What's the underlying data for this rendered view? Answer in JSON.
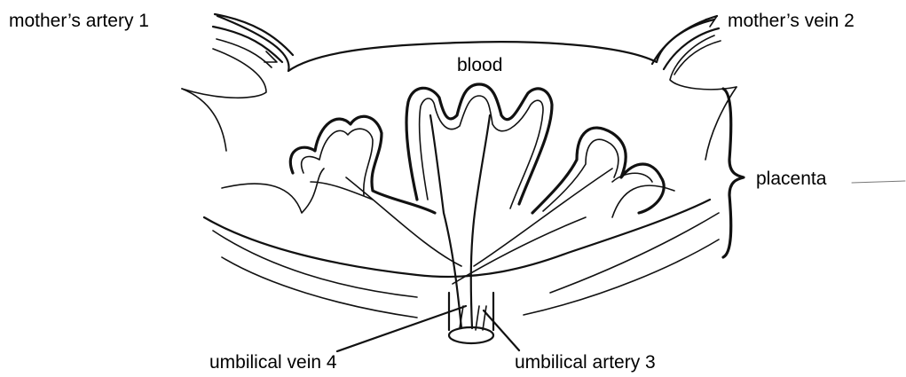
{
  "labels": {
    "mothers_artery_1": "mother’s artery 1",
    "mothers_vein_2": "mother’s vein 2",
    "blood": "blood",
    "placenta": "placenta",
    "umbilical_vein_4": "umbilical vein 4",
    "umbilical_artery_3": "umbilical artery 3"
  },
  "colors": {
    "ink": "#111111",
    "background": "#ffffff"
  }
}
